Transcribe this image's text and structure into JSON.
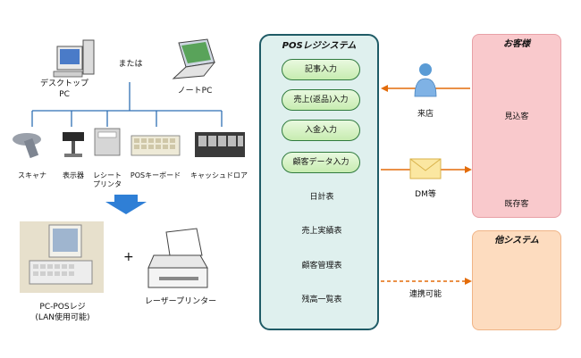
{
  "left": {
    "desktop_label": [
      "デスクトップ",
      "PC"
    ],
    "or_label": "または",
    "notebook_label": "ノートPC",
    "peripherals": [
      {
        "id": "scanner",
        "label": [
          "スキャナ"
        ]
      },
      {
        "id": "display",
        "label": [
          "表示器"
        ]
      },
      {
        "id": "printer",
        "label": [
          "レシート",
          "プリンタ"
        ]
      },
      {
        "id": "keyboard",
        "label": [
          "POSキーボード"
        ]
      },
      {
        "id": "drawer",
        "label": [
          "キャッシュドロア"
        ]
      }
    ],
    "posreg_label": [
      "PC-POSレジ",
      "(LAN使用可能)"
    ],
    "plus": "+",
    "laser_label": "レーザープリンター"
  },
  "pos": {
    "title": "POSレジシステム",
    "inputs": [
      "記事入力",
      "売上(返品)入力",
      "入金入力",
      "顧客データ入力"
    ],
    "reports": [
      "日計表",
      "売上実績表",
      "顧客管理表",
      "残高一覧表"
    ]
  },
  "flow": {
    "visit": "来店",
    "dm": "DM等",
    "link": "連携可能"
  },
  "customers": {
    "title": "お客様",
    "prospect": "見込客",
    "existing": "既存客"
  },
  "other": {
    "title": "他システム"
  },
  "colors": {
    "pos_border": "#1f5b66",
    "arrow": "#e36c0a",
    "customer_bg": "#f9c9cc",
    "other_bg": "#fddcbf",
    "pill_border": "#2f7a3e"
  }
}
